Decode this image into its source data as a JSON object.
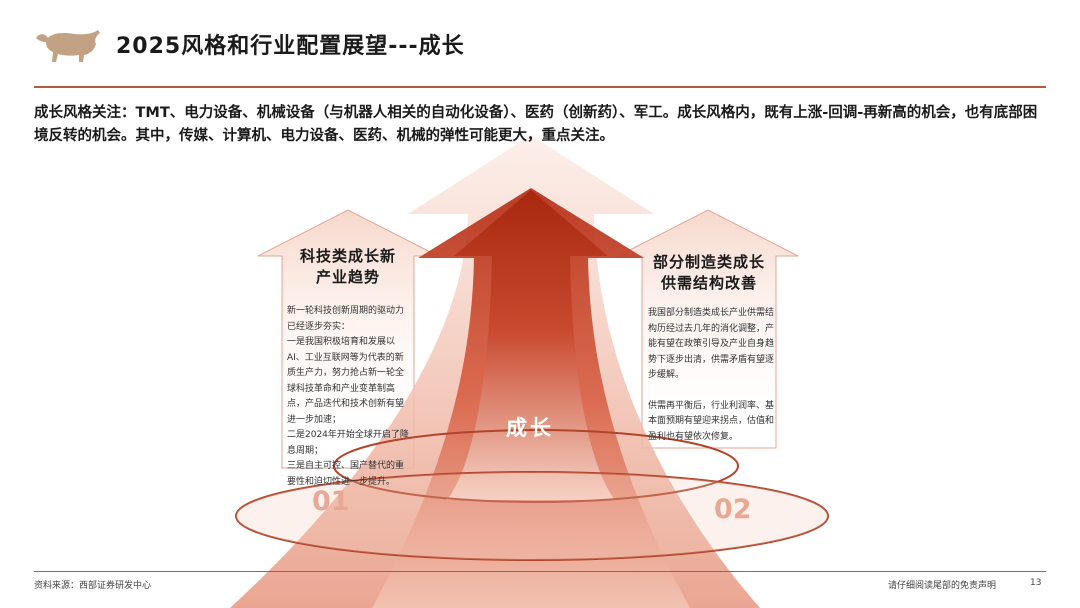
{
  "header": {
    "title": "2025风格和行业配置展望---成长",
    "logo_icon": "bull-logo-icon",
    "accent_color": "#b45a3c"
  },
  "intro": "成长风格关注：TMT、电力设备、机械设备（与机器人相关的自动化设备）、医药（创新药）、军工。成长风格内，既有上涨-回调-再新高的机会，也有底部困境反转的机会。其中，传媒、计算机、电力设备、医药、机械的弹性可能更大，重点关注。",
  "center_label": "成长",
  "panels": [
    {
      "title_line1": "科技类成长新",
      "title_line2": "产业趋势",
      "number": "01",
      "paragraphs": [
        "新一轮科技创新周期的驱动力已经逐步夯实：",
        "一是我国积极培育和发展以AI、工业互联网等为代表的新质生产力，努力抢占新一轮全球科技革命和产业变革制高点，产品迭代和技术创新有望进一步加速；",
        "二是2024年开始全球开启了降息周期；",
        "三是自主可控、国产替代的重要性和迫切性进一步提升。"
      ]
    },
    {
      "title_line1": "部分制造类成长",
      "title_line2": "供需结构改善",
      "number": "02",
      "paragraphs": [
        "我国部分制造类成长产业供需结构历经过去几年的消化调整，产能有望在政策引导及产业自身趋势下逐步出清，供需矛盾有望逐步缓解。",
        "供需再平衡后，行业利润率、基本面预期有望迎来拐点，估值和盈利也有望依次修复。"
      ]
    }
  ],
  "footer": {
    "source": "资料来源：西部证券研发中心",
    "disclaimer": "请仔细阅读尾部的免责声明",
    "page": "13"
  }
}
